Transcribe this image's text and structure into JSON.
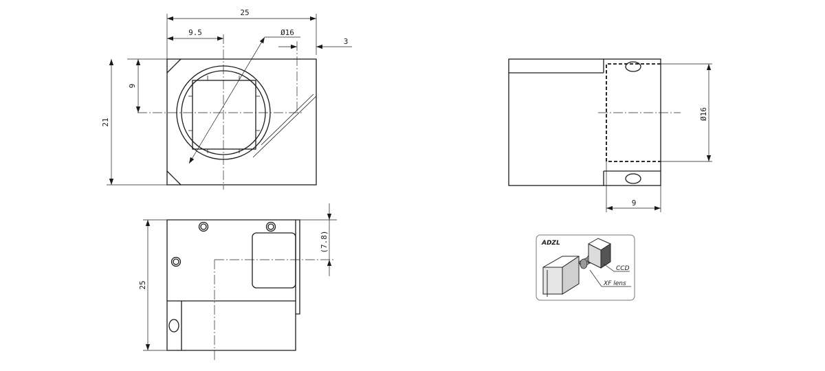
{
  "front_view": {
    "dim_width": "25",
    "dim_offset": "9.5",
    "dim_diameter": "Ø16",
    "dim_edge": "3",
    "dim_vertical_offset": "9",
    "dim_height": "21"
  },
  "side_view": {
    "dim_diameter": "Ø16",
    "dim_depth": "9"
  },
  "bottom_view": {
    "dim_height": "25",
    "dim_ref": "(7.8)"
  },
  "inset": {
    "title": "ADZL",
    "label_ccd": "CCD",
    "label_lens": "XF lens"
  }
}
